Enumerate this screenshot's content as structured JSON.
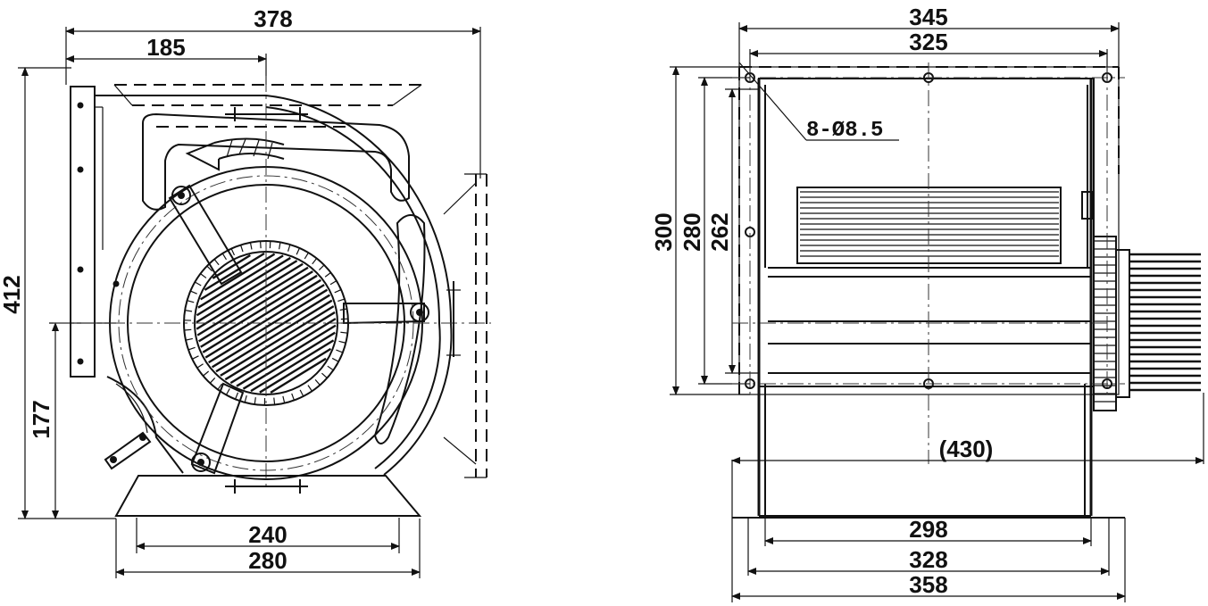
{
  "front_view": {
    "dims": {
      "width_overall": "378",
      "width_to_center": "185",
      "height_overall": "412",
      "height_to_center": "177",
      "base_holes": "240",
      "base_width": "280"
    }
  },
  "side_view": {
    "dims": {
      "flange_width": "345",
      "hole_spacing_width": "325",
      "flange_height": "300",
      "hole_spacing_height": "280",
      "inner_height": "262",
      "overall_length": "(430)",
      "inlet_width": "298",
      "base_holes": "328",
      "base_width": "358"
    },
    "hole_note": "8-Ø8.5"
  }
}
